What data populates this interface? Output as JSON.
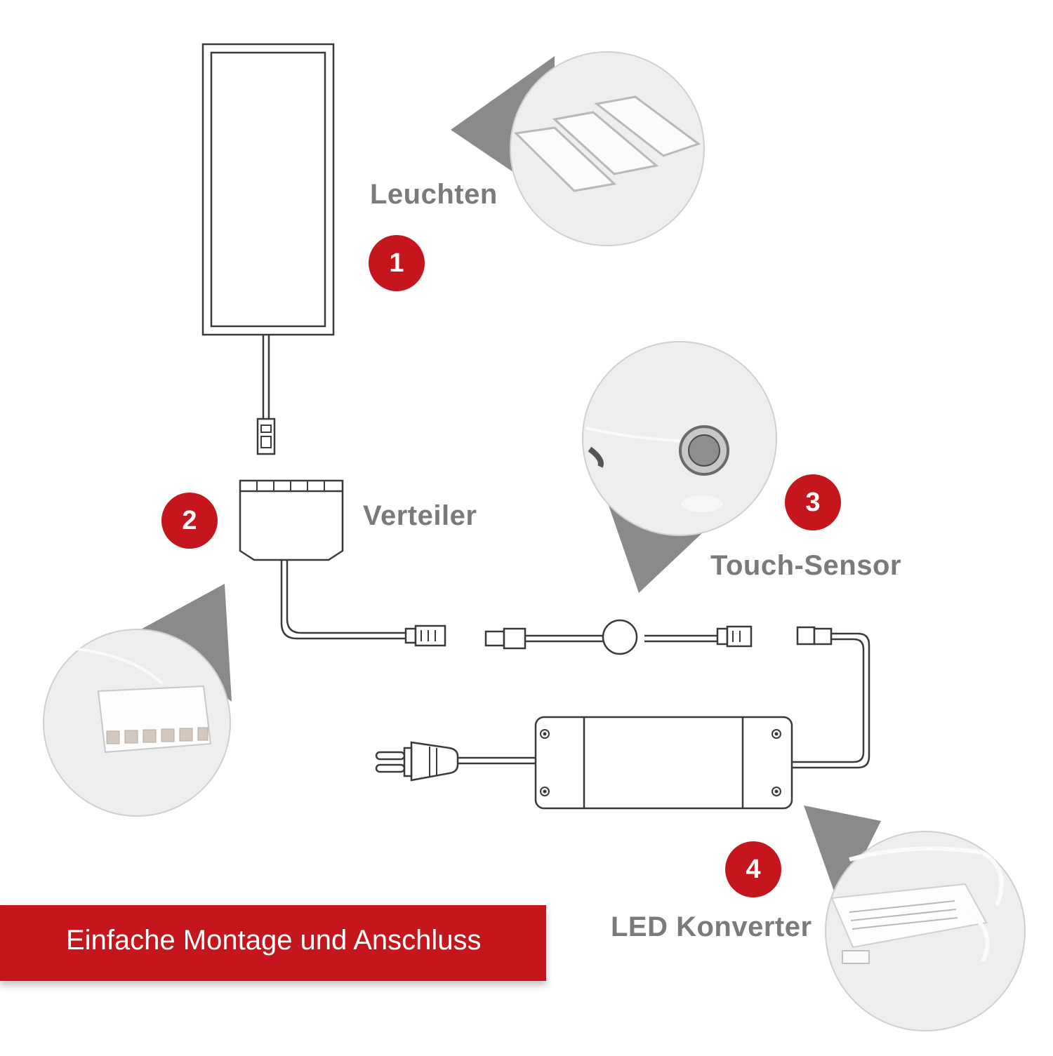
{
  "colors": {
    "accent_red": "#c4161c",
    "label_gray": "#7a7a7a",
    "line": "#3a3a3a",
    "callout_gray": "#8a8a8a",
    "circle_fill": "#eeeeee"
  },
  "components": [
    {
      "number": "1",
      "label": "Leuchten",
      "icon": "led-panel-icon"
    },
    {
      "number": "2",
      "label": "Verteiler",
      "icon": "distributor-icon"
    },
    {
      "number": "3",
      "label": "Touch-Sensor",
      "icon": "touch-sensor-icon"
    },
    {
      "number": "4",
      "label": "LED Konverter",
      "icon": "led-converter-icon"
    }
  ],
  "banner": {
    "text": "Einfache Montage und Anschluss"
  },
  "icons": {
    "plug": "power-plug-icon",
    "connector": "cable-connector-icon"
  }
}
